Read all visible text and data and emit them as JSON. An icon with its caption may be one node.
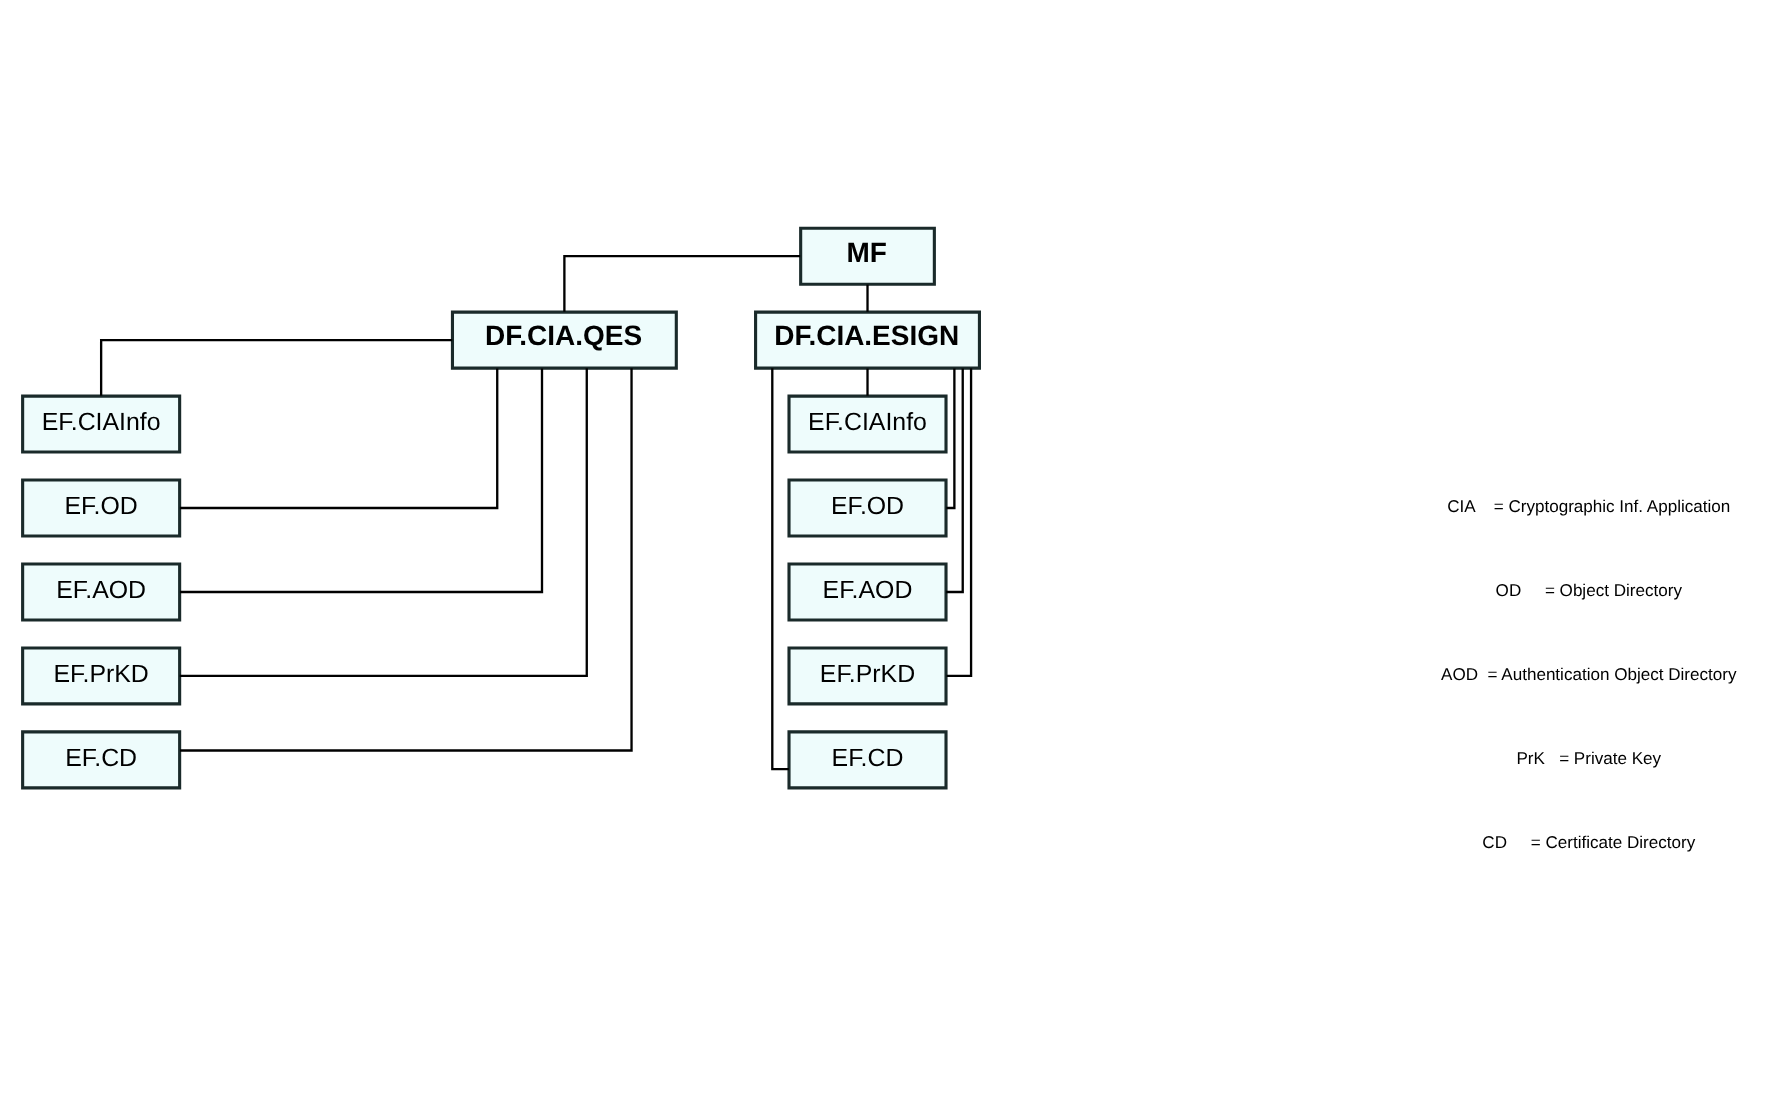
{
  "diagram": {
    "nodes": [
      {
        "text": [
          "MF"
        ]
      },
      {
        "text": [
          "DF.CIA.QES"
        ]
      },
      {
        "text": [
          "DF.CIA.ESIGN"
        ]
      },
      {
        "text": [
          "EF.CIAInfo"
        ]
      },
      {
        "text": [
          "EF.OD"
        ]
      },
      {
        "text": [
          "EF.AOD"
        ]
      },
      {
        "text": [
          "EF.PrKD"
        ]
      },
      {
        "text": [
          "EF.CD"
        ]
      },
      {
        "text": [
          "EF.CIAInfo"
        ]
      },
      {
        "text": [
          "EF.OD"
        ]
      },
      {
        "text": [
          "EF.AOD"
        ]
      },
      {
        "text": [
          "EF.PrKD"
        ]
      },
      {
        "text": [
          "EF.CD"
        ]
      }
    ],
    "edges": [
      {
        "from": 0,
        "to": 1,
        "arrow": "none"
      },
      {
        "from": 0,
        "to": 2,
        "arrow": "none"
      },
      {
        "from": 1,
        "to": 3,
        "arrow": "none"
      },
      {
        "from": 1,
        "to": 4,
        "arrow": "none"
      },
      {
        "from": 1,
        "to": 5,
        "arrow": "none"
      },
      {
        "from": 1,
        "to": 6,
        "arrow": "none"
      },
      {
        "from": 1,
        "to": 7,
        "arrow": "none"
      },
      {
        "from": 2,
        "to": 8,
        "arrow": "none"
      },
      {
        "from": 2,
        "to": 9,
        "arrow": "none"
      },
      {
        "from": 2,
        "to": 10,
        "arrow": "none"
      },
      {
        "from": 2,
        "to": 11,
        "arrow": "none"
      },
      {
        "from": 2,
        "to": 12,
        "arrow": "none"
      }
    ],
    "labels": [
      "CIA    = Cryptographic Inf. Application",
      "OD     = Object Directory",
      "AOD  = Authentication Object Directory",
      "PrK   = Private Key",
      "CD     = Certificate Directory"
    ]
  }
}
